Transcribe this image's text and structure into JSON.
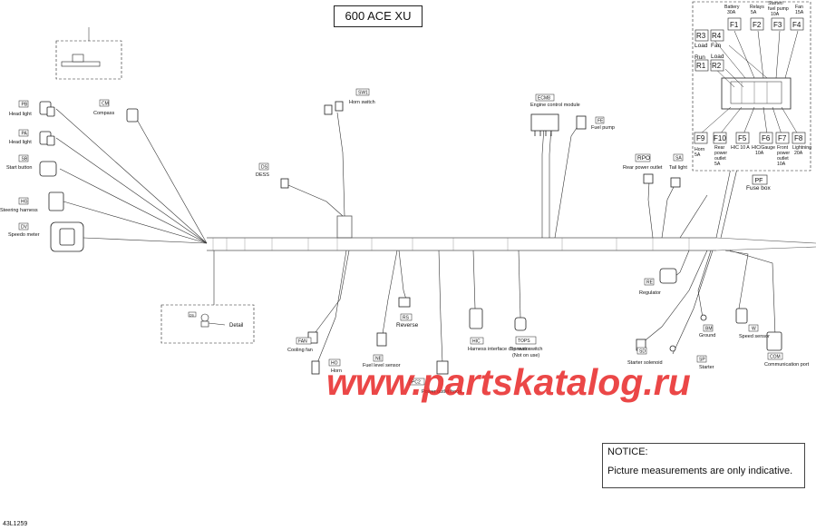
{
  "title": "600 ACE XU",
  "components": {
    "PB": {
      "code": "PB",
      "label": "Head light"
    },
    "PA": {
      "code": "PA",
      "label": "Head light"
    },
    "SB": {
      "code": "SB",
      "label": "Start button"
    },
    "HG": {
      "code": "HG",
      "label": "Steering harness"
    },
    "DV": {
      "code": "DV",
      "label": "Speedo meter"
    },
    "CM": {
      "code": "CM",
      "label": "Compass"
    },
    "DS": {
      "code": "DS",
      "label": "DESS"
    },
    "SW1": {
      "code": "SW1",
      "label": "Horn switch"
    },
    "ECM8": {
      "code": "ECM8",
      "label": "Engine control module"
    },
    "FE": {
      "code": "FE",
      "label": "Fuel pump"
    },
    "RPO": {
      "code": "RPO",
      "label": "Rear power outlet"
    },
    "SA": {
      "code": "SA",
      "label": "Tail light"
    },
    "PF": {
      "code": "PF",
      "label": "Fuse box"
    },
    "RE": {
      "code": "RE",
      "label": "Regulator"
    },
    "RS": {
      "code": "RS",
      "label": "Reverse"
    },
    "FAN": {
      "code": "FAN",
      "label": "Cooling fan"
    },
    "HO": {
      "code": "HO",
      "label": "Horn"
    },
    "NE": {
      "code": "NE",
      "label": "Fuel level sensor"
    },
    "HIC": {
      "code": "HIC",
      "label": "Harness interface connector"
    },
    "TOPS": {
      "code": "TOPS",
      "label": "Tip over switch",
      "note": "(Not on use)"
    },
    "PC2": {
      "code": "PC2",
      "label": "Power outlet hood"
    },
    "SD": {
      "code": "SD",
      "label": "Starter solenoid"
    },
    "BM": {
      "code": "BM",
      "label": "Ground"
    },
    "SP": {
      "code": "SP",
      "label": "Starter"
    },
    "W": {
      "code": "W",
      "label": "Speed sensor"
    },
    "COM": {
      "code": "COM",
      "label": "Communication port"
    }
  },
  "detail": {
    "label": "Detail",
    "code": "DS"
  },
  "fuse_box": {
    "top_labels": [
      {
        "line1": "Battery",
        "line2": "30A"
      },
      {
        "line1": "Relays",
        "line2": "5A"
      },
      {
        "line1": "Starter/",
        "line2": "fuel pump",
        "line3": "10A"
      },
      {
        "line1": "Fan",
        "line2": "15A"
      }
    ],
    "fuses_top": [
      "F1",
      "F2",
      "F3",
      "F4"
    ],
    "relays": [
      "R3",
      "R4",
      "R1",
      "R2"
    ],
    "relay_labels": {
      "R3": "Load",
      "R4": "Fan",
      "R1": "Run",
      "R2": "Load"
    },
    "fuses_bottom": [
      "F9",
      "F10",
      "F5",
      "F6",
      "F7",
      "F8"
    ],
    "bottom_labels": [
      {
        "line1": "Horn",
        "line2": "5A"
      },
      {
        "line1": "Rear",
        "line2": "power",
        "line3": "outlet",
        "line4": "5A"
      },
      {
        "line1": "HIC 10 A"
      },
      {
        "line1": "HIC/Gauge",
        "line2": "10A"
      },
      {
        "line1": "Front",
        "line2": "power",
        "line3": "outlet",
        "line4": "10A"
      },
      {
        "line1": "Lightning",
        "line2": "20A"
      }
    ]
  },
  "notice": {
    "heading": "NOTICE:",
    "body": "Picture measurements are only indicative."
  },
  "part_number": "43L1259",
  "watermark": "www.partskatalog.ru"
}
